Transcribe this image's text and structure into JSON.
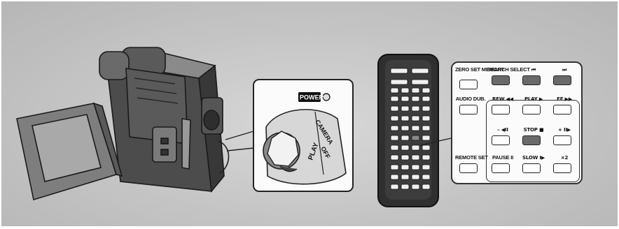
{
  "camcorder": {
    "power_label": "POWER",
    "modes": [
      "CAMERA",
      "OFF",
      "PLAY"
    ]
  },
  "remote_panel": {
    "buttons": [
      {
        "id": "zero-set-memory",
        "label": "ZERO SET MEMORY",
        "dark": false
      },
      {
        "id": "search-select",
        "label": "SEARCH SELECT",
        "dark": true
      },
      {
        "id": "skip-back",
        "label": "⏮",
        "dark": true
      },
      {
        "id": "skip-forward",
        "label": "⏭",
        "dark": true
      },
      {
        "id": "audio-dub",
        "label": "AUDIO DUB.",
        "dark": false
      },
      {
        "id": "rew",
        "label": "REW ◀◀",
        "dark": false
      },
      {
        "id": "play",
        "label": "PLAY ▶",
        "dark": false
      },
      {
        "id": "ff",
        "label": "FF ▶▶",
        "dark": false
      },
      {
        "id": "frame-back",
        "label": "– ◀II",
        "dark": false
      },
      {
        "id": "stop",
        "label": "STOP ■",
        "dark": true
      },
      {
        "id": "frame-forward",
        "label": "+ II▶",
        "dark": false
      },
      {
        "id": "remote-set",
        "label": "REMOTE SET",
        "dark": false
      },
      {
        "id": "pause",
        "label": "PAUSE II",
        "dark": false
      },
      {
        "id": "slow",
        "label": "SLOW I▶",
        "dark": false
      },
      {
        "id": "x2",
        "label": "×2",
        "dark": false
      }
    ]
  }
}
